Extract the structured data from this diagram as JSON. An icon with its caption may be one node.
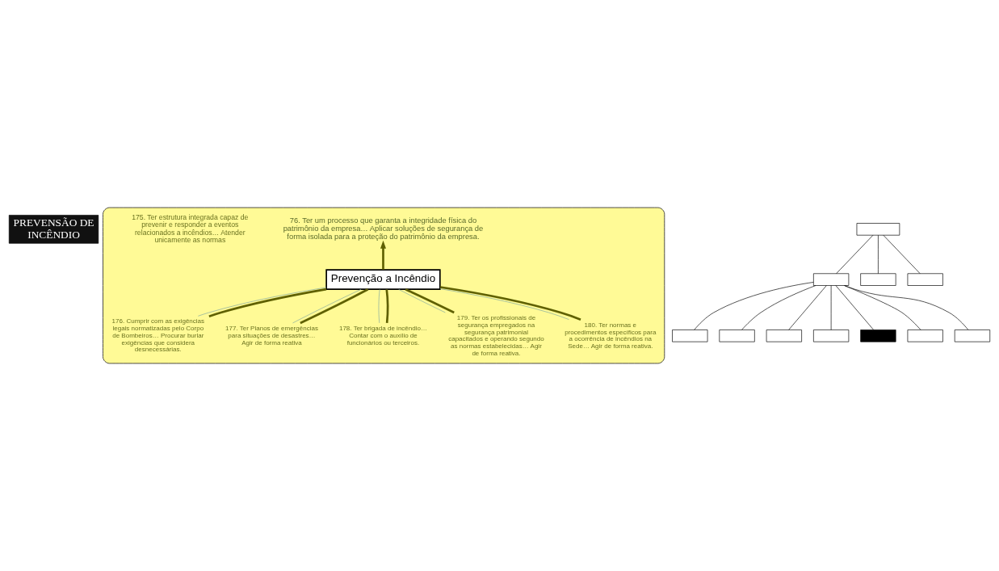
{
  "diagram": {
    "nodes": [
      {
        "text": [
          "PREVENSÃO DE INCÊNDIO"
        ]
      },
      {
        "text": [],
        "shape": "cloud"
      },
      {
        "text": [
          "76. Ter um processo que garanta a integridade física do patrimônio da empresa… Aplicar soluções de segurança de forma isolada para a proteção do patrimônio da empresa."
        ],
        "in": 1
      },
      {
        "text": [
          "175. Ter estrutura integrada capaz de prevenir e responder a eventos relacionados a incêndios… Atender unicamente as normas"
        ],
        "in": 1
      },
      {
        "text": [
          "Prevenção a Incêndio"
        ],
        "in": 1
      },
      {
        "text": [
          "176. Cumprir com as exigências legais normatizadas pelo Corpo de Bombeiros… Procurar burlar exigências que considera desnecessárias."
        ],
        "in": 1
      },
      {
        "text": [
          "177. Ter Planos de emergências para situações de desastres… Agir de forma reativa"
        ],
        "in": 1
      },
      {
        "text": [
          "178. Ter brigada de incêndio… Contar com o auxílio de funcionários ou terceiros."
        ],
        "in": 1
      },
      {
        "text": [
          "179. Ter os profissionais de segurança empregados na segurança patrimonial capacitados e operando segundo as normas estabelecidas… Agir de forma reativa."
        ],
        "in": 1
      },
      {
        "text": [
          "180. Ter normas e procedimentos específicos para a ocorrência de incêndios na Sede… Agir de forma reativa."
        ],
        "in": 1
      },
      {
        "text": [],
        "shape": "box"
      },
      {
        "text": [],
        "shape": "box"
      },
      {
        "text": [],
        "shape": "box"
      },
      {
        "text": [],
        "shape": "box"
      },
      {
        "text": [],
        "shape": "box"
      },
      {
        "text": [],
        "shape": "box"
      },
      {
        "text": [],
        "shape": "box"
      },
      {
        "text": [],
        "shape": "box"
      },
      {
        "text": [],
        "shape": "box"
      },
      {
        "text": [],
        "shape": "box"
      },
      {
        "text": [],
        "shape": "box"
      }
    ],
    "edges": [
      {
        "from": 4,
        "to": 2,
        "arrow": "to",
        "style": "thick",
        "color": "#5f6000"
      },
      {
        "from": 4,
        "to": 5,
        "arrow": "none",
        "color": "#7fa8a0"
      },
      {
        "from": 4,
        "to": 5,
        "arrow": "none",
        "style": "thick",
        "color": "#5f6000"
      },
      {
        "from": 4,
        "to": 6,
        "arrow": "none",
        "color": "#7fa8a0"
      },
      {
        "from": 4,
        "to": 6,
        "arrow": "none",
        "style": "thick",
        "color": "#5f6000"
      },
      {
        "from": 4,
        "to": 7,
        "arrow": "none",
        "color": "#7fa8a0"
      },
      {
        "from": 4,
        "to": 7,
        "arrow": "none",
        "style": "thick",
        "color": "#5f6000"
      },
      {
        "from": 4,
        "to": 8,
        "arrow": "none",
        "color": "#7fa8a0"
      },
      {
        "from": 4,
        "to": 8,
        "arrow": "none",
        "style": "thick",
        "color": "#5f6000"
      },
      {
        "from": 4,
        "to": 9,
        "arrow": "none",
        "color": "#7fa8a0"
      },
      {
        "from": 4,
        "to": 9,
        "arrow": "none",
        "style": "thick",
        "color": "#5f6000"
      },
      {
        "from": 10,
        "to": 11,
        "arrow": "none"
      },
      {
        "from": 10,
        "to": 12,
        "arrow": "none"
      },
      {
        "from": 10,
        "to": 13,
        "arrow": "none"
      },
      {
        "from": 11,
        "to": 14,
        "arrow": "none"
      },
      {
        "from": 11,
        "to": 15,
        "arrow": "none"
      },
      {
        "from": 11,
        "to": 16,
        "arrow": "none"
      },
      {
        "from": 11,
        "to": 17,
        "arrow": "none"
      },
      {
        "from": 11,
        "to": 18,
        "arrow": "none"
      },
      {
        "from": 11,
        "to": 19,
        "arrow": "none"
      },
      {
        "from": 11,
        "to": 20,
        "arrow": "none"
      }
    ]
  }
}
